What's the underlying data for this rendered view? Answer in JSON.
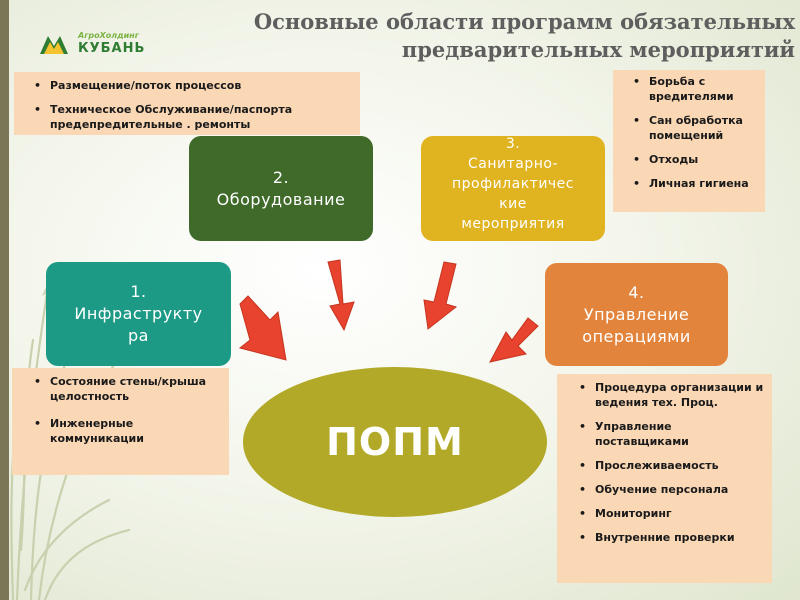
{
  "title": {
    "line1": "Основные области программ обязательных",
    "line2": "предварительных мероприятий"
  },
  "logo": {
    "top": "АгроХолдинг",
    "bottom": "КУБАНЬ"
  },
  "boxes": {
    "infrastructure": "1.\nИнфраструкту\nра",
    "equipment": "2.\nОборудование",
    "sanitary": "3.\nСанитарно-\nпрофилактичес\nкие\nмероприятия",
    "operations": "4.\nУправление\nоперациями"
  },
  "center": "ПОПМ",
  "lists": {
    "top_left": [
      "Размещение/поток процессов",
      "Техническое  Обслуживание/паспорта предепредительные . ремонты"
    ],
    "top_right": [
      "Борьба с вредителями",
      "Сан обработка помещений",
      "Отходы",
      "Личная гигиена"
    ],
    "bottom_left": [
      "Состояние стены/крыша целостность",
      "Инженерные коммуникации"
    ],
    "bottom_right": [
      "Процедура организации и ведения тех. Проц.",
      "Управление поставщиками",
      "Прослеживаемость",
      "Обучение персонала",
      "Мониторинг",
      "Внутренние проверки"
    ]
  },
  "colors": {
    "infrastructure": "#1d9a86",
    "equipment": "#3f6a2a",
    "sanitary": "#e0b321",
    "operations": "#e2843c",
    "center": "#b1a927",
    "arrows": "#e8432f",
    "list_bg": "#fad7b5"
  }
}
